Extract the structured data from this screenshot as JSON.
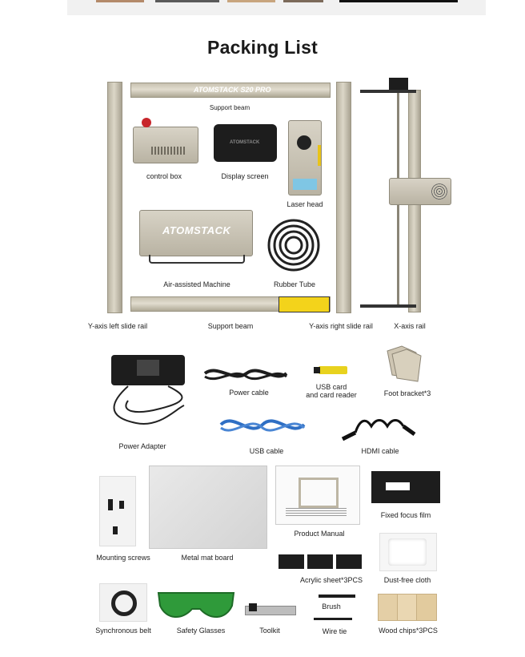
{
  "title": "Packing List",
  "frame": {
    "brand": "ATOMSTACK S20 PRO",
    "support_beam_top": "Support beam",
    "laser_brand": "ATOMSTACK",
    "display_brand": "ATOMSTACK"
  },
  "items": {
    "control_box": "control box",
    "display_screen": "Display screen",
    "laser_head": "Laser head",
    "air_assisted": "Air-assisted Machine",
    "rubber_tube": "Rubber Tube",
    "y_left": "Y-axis left slide rail",
    "support_beam": "Support beam",
    "y_right": "Y-axis right slide rail",
    "x_axis": "X-axis rail",
    "power_cable": "Power cable",
    "usb_card_1": "USB card",
    "usb_card_2": "and card reader",
    "foot_bracket": "Foot bracket*3",
    "power_adapter": "Power Adapter",
    "usb_cable": "USB cable",
    "hdmi_cable": "HDMI cable",
    "fixed_focus": "Fixed focus film",
    "product_manual": "Product Manual",
    "mounting_screws": "Mounting screws",
    "metal_mat": "Metal mat board",
    "acrylic": "Acrylic sheet*3PCS",
    "dust_free": "Dust-free cloth",
    "brush": "Brush",
    "sync_belt": "Synchronous belt",
    "safety_glasses": "Safety Glasses",
    "toolkit": "Toolkit",
    "wire_tie": "Wire tie",
    "wood_chips": "Wood chips*3PCS"
  },
  "colors": {
    "rail": "#cfc9b8",
    "dark": "#1d1d1d",
    "glasses": "#2f9a3a",
    "cable_blue": "#2f6fc4",
    "wood": "#e4cfa6",
    "red_knob": "#c8262b",
    "screen_blue": "#7fc6e4"
  }
}
